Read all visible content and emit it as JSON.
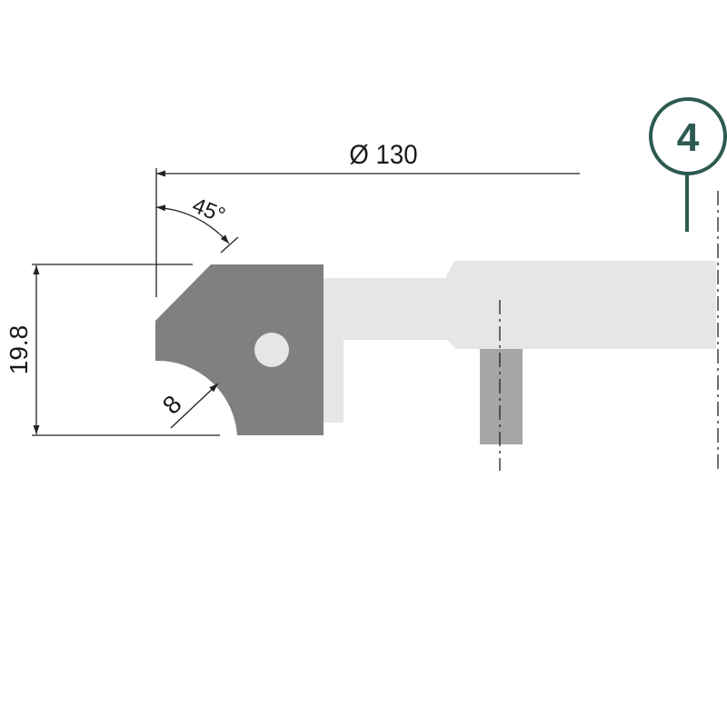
{
  "dimensions": {
    "diameter": "Ø 130",
    "height": "19.8",
    "angle": "45°",
    "radius": "8"
  },
  "callout": {
    "number": "4"
  },
  "colors": {
    "cutter": "#808080",
    "body": "#e6e6e6",
    "pin": "#a6a6a6",
    "callout": "#2c5b52",
    "line": "#222222"
  }
}
